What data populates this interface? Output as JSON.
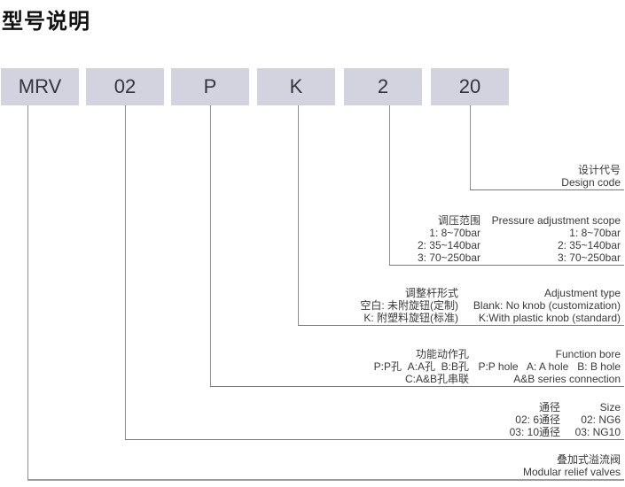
{
  "page": {
    "title": "型号说明"
  },
  "model_code": {
    "segments": [
      "MRV",
      "02",
      "P",
      "K",
      "2",
      "20"
    ]
  },
  "sections": {
    "design_code": {
      "cn": "设计代号",
      "en": "Design code"
    },
    "pressure": {
      "header_cn": "调压范围",
      "header_en": "Pressure adjustment scope",
      "rows": [
        {
          "cn": "1: 8~70bar",
          "en": "1: 8~70bar"
        },
        {
          "cn": "2: 35~140bar",
          "en": "2: 35~140bar"
        },
        {
          "cn": "3: 70~250bar",
          "en": "3: 70~250bar"
        }
      ]
    },
    "adjustment": {
      "header_cn": "调整杆形式",
      "header_en": "Adjustment type",
      "rows": [
        {
          "cn": "空白: 未附旋钮(定制)",
          "en": "Blank: No knob (customization)"
        },
        {
          "cn": "K: 附塑料旋钮(标准)",
          "en": "K:With plastic knob (standard)"
        }
      ]
    },
    "function_bore": {
      "header_cn": "功能动作孔",
      "header_en": "Function bore",
      "rows": [
        {
          "cn": "P:P孔  A:A孔  B:B孔",
          "en": "P:P hole   A: A hole   B: B hole"
        },
        {
          "cn": "C:A&B孔串联",
          "en": "A&B series connection"
        }
      ]
    },
    "size": {
      "header_cn": "通径",
      "header_en": "Size",
      "rows": [
        {
          "cn": "02: 6通径",
          "en": "02: NG6"
        },
        {
          "cn": "03: 10通径",
          "en": "03: NG10"
        }
      ]
    },
    "product": {
      "cn": "叠加式溢流阀",
      "en": "Modular relief valves"
    }
  },
  "colors": {
    "box_fill": "#d2d3df",
    "connector_line": "#8e8e8e",
    "text": "#3a3a3a"
  }
}
